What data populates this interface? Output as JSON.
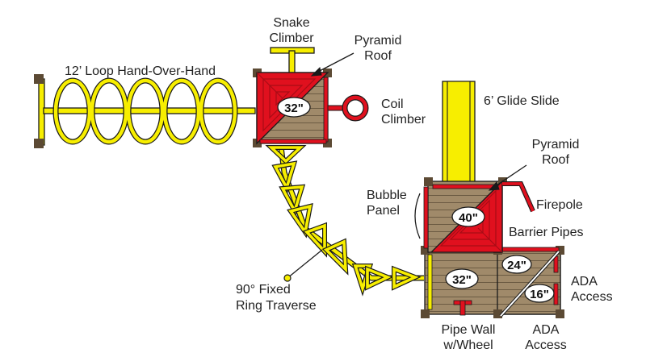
{
  "colors": {
    "yellow": "#f7ee00",
    "red": "#e0101e",
    "dark_red": "#a80c16",
    "wood": "#a08a6a",
    "wood_line": "#6b5a42",
    "post": "#5c4a34",
    "outline": "#1a1a1a"
  },
  "labels": {
    "snake_climber_1": "Snake",
    "snake_climber_2": "Climber",
    "pyramid_roof_top_1": "Pyramid",
    "pyramid_roof_top_2": "Roof",
    "loop_hand_over_hand": "12’ Loop Hand-Over-Hand",
    "coil_climber_1": "Coil",
    "coil_climber_2": "Climber",
    "glide_slide": "6’ Glide Slide",
    "pyramid_roof_right_1": "Pyramid",
    "pyramid_roof_right_2": "Roof",
    "bubble_panel_1": "Bubble",
    "bubble_panel_2": "Panel",
    "firepole": "Firepole",
    "barrier_pipes": "Barrier Pipes",
    "ring_traverse_1": "90° Fixed",
    "ring_traverse_2": "Ring Traverse",
    "ada_access_right_1": "ADA",
    "ada_access_right_2": "Access",
    "pipe_wall_1": "Pipe Wall",
    "pipe_wall_2": "w/Wheel",
    "ada_access_bottom_1": "ADA",
    "ada_access_bottom_2": "Access"
  },
  "deck_heights": {
    "left_tower": "32\"",
    "right_tower": "40\"",
    "main_deck": "32\"",
    "ada_upper": "24\"",
    "ada_lower": "16\""
  }
}
